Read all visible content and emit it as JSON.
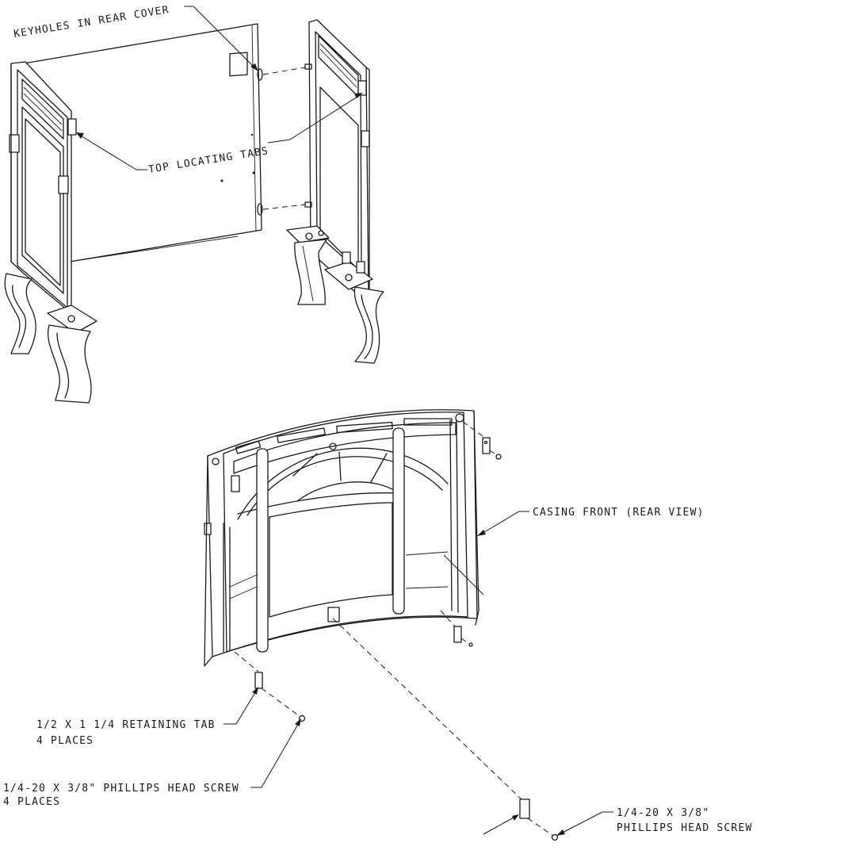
{
  "labels": {
    "keyholes": "KEYHOLES IN REAR COVER",
    "top_tabs": "TOP LOCATING TABS",
    "casing_front": "CASING FRONT (REAR VIEW)",
    "retaining_tab_1": "1/2 X 1 1/4 RETAINING TAB",
    "retaining_tab_2": "4 PLACES",
    "screw_4places_1": "1/4-20 X 3/8\" PHILLIPS HEAD SCREW",
    "screw_4places_2": "4 PLACES",
    "screw_single_1": "1/4-20 X 3/8\"",
    "screw_single_2": "PHILLIPS HEAD SCREW"
  }
}
